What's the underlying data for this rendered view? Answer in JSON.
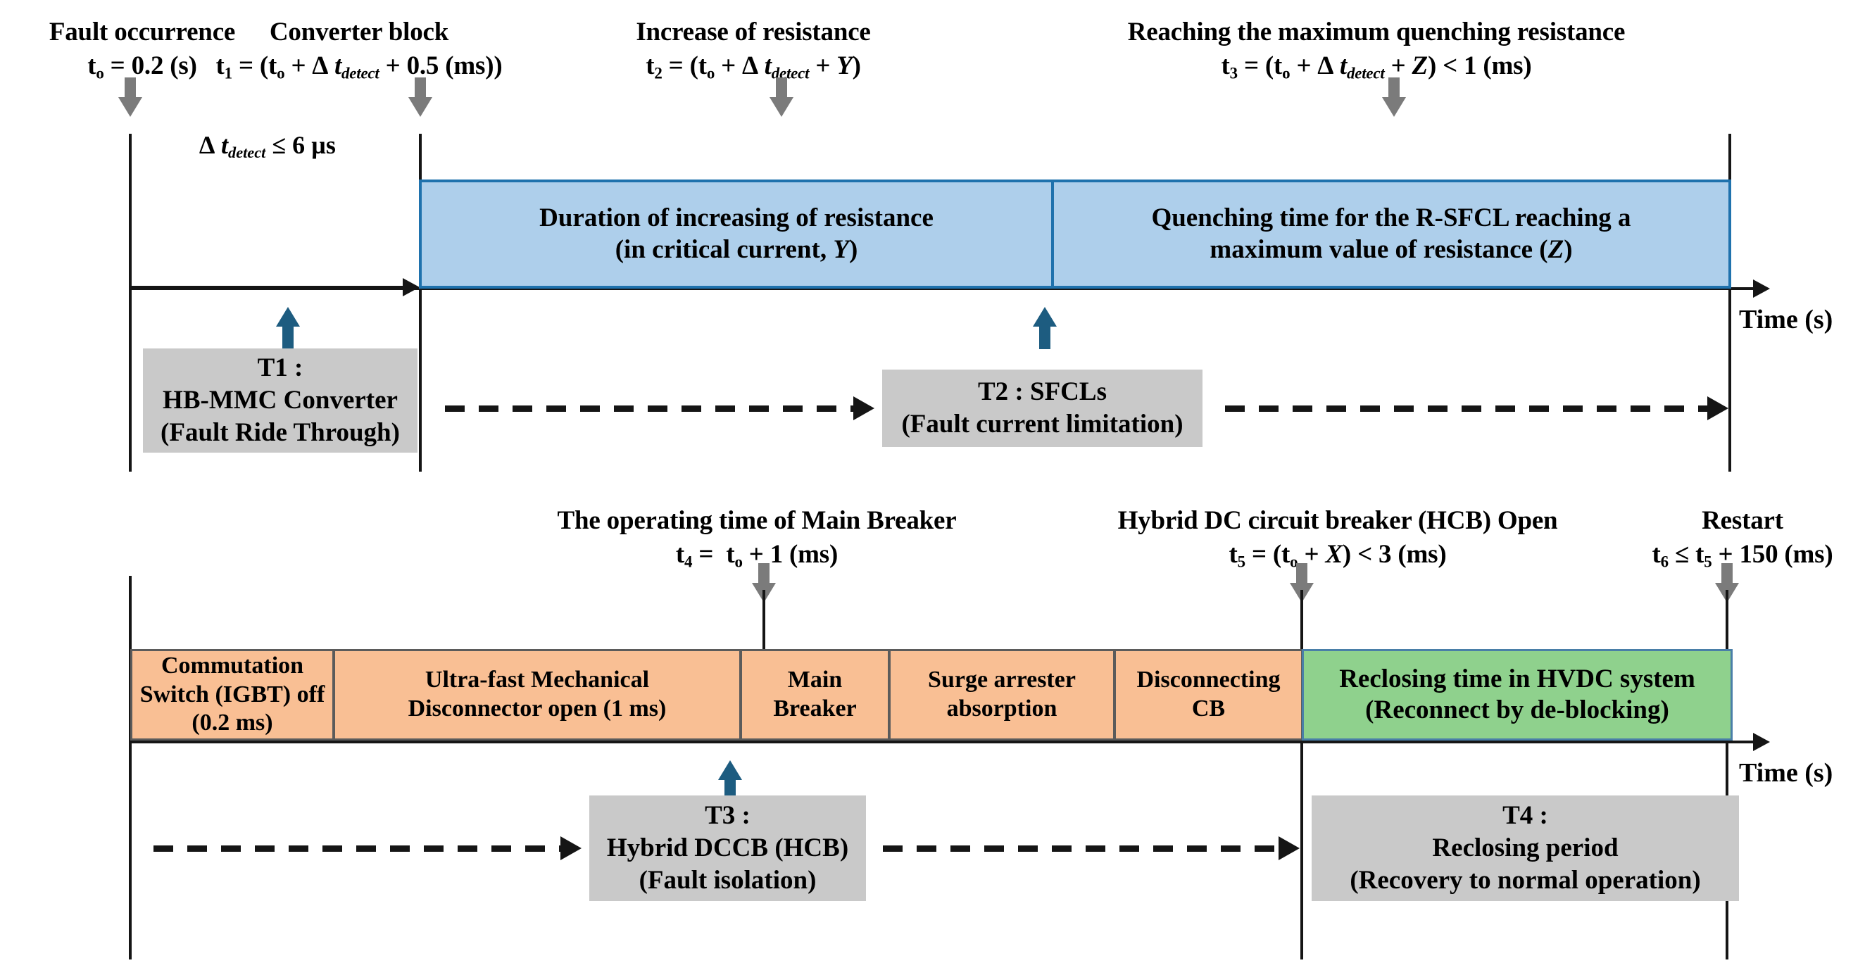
{
  "diagram": {
    "title": "HVDC fault clearing and reclosing timing sequence",
    "colors": {
      "blue_fill": "#aecfeb",
      "blue_border": "#1f72ad",
      "orange_fill": "#f9bf94",
      "green_fill": "#8fd18d",
      "grey_box": "#c9c9c9",
      "grey_arrow": "#7b7b7b",
      "blue_arrow": "#1d5c80",
      "line": "#151515"
    }
  },
  "timeline_top": {
    "axis_caption": "Time (s)",
    "events": [
      {
        "id": "t0",
        "title": "Fault occurrence",
        "formula_html": "t<sub>o</sub> = 0.2 (s)",
        "formula_text": "to = 0.2 (s)"
      },
      {
        "id": "t1",
        "title": "Converter block",
        "formula_html": "t<sub>1</sub> = (t<sub>o</sub> + &#8710; <span class=\"it\">t</span><span class=\"itsub\">detect</span> + 0.5 (ms))",
        "formula_text": "t1 = (to + Δ tdetect + 0.5 (ms))"
      },
      {
        "id": "t2",
        "title": "Increase of resistance",
        "formula_html": "t<sub>2</sub> = (t<sub>o</sub> + &#8710; <span class=\"it\">t</span><span class=\"itsub\">detect</span> + <span class=\"it\">Y</span>)",
        "formula_text": "t2 = (to + Δ tdetect + Y)"
      },
      {
        "id": "t3",
        "title": "Reaching the maximum quenching resistance",
        "formula_html": "t<sub>3</sub> = (t<sub>o</sub> + &#8710; <span class=\"it\">t</span><span class=\"itsub\">detect</span> + <span class=\"it\">Z</span>) &lt; 1 (ms)",
        "formula_text": "t3 = (to + Δ tdetect + Z) < 1 (ms)"
      }
    ],
    "detect_label_html": "&#8710; <span class=\"it\">t</span><span class=\"itsub\">detect</span> &#8804; 6 &micro;s",
    "detect_label_text": "Δ tdetect ≤ 6 µs",
    "bands": [
      {
        "id": "duration-resistance",
        "line1": "Duration of increasing of resistance",
        "line2_html": "(in critical current, <span class=\"it\">Y</span>)",
        "line2_text": "(in critical current, Y)",
        "color": "blue"
      },
      {
        "id": "quenching-time",
        "line1": "Quenching time for the R-SFCL reaching a",
        "line2_html": "maximum value of resistance (<span class=\"it\">Z</span>)",
        "line2_text": "maximum value of resistance (Z)",
        "color": "blue"
      }
    ],
    "tboxes": [
      {
        "id": "T1",
        "line1": "T1 :",
        "line2": "HB-MMC Converter",
        "line3": "(Fault Ride Through)"
      },
      {
        "id": "T2",
        "line1": "T2 : SFCLs",
        "line2": "(Fault current limitation)",
        "line3": ""
      }
    ]
  },
  "timeline_bottom": {
    "axis_caption": "Time (s)",
    "events": [
      {
        "id": "t4",
        "title": "The operating time of Main Breaker",
        "formula_html": "t<sub>4</sub> =&nbsp; t<sub>o</sub> + 1 (ms)",
        "formula_text": "t4 = to + 1 (ms)"
      },
      {
        "id": "t5",
        "title": "Hybrid DC circuit breaker (HCB) Open",
        "formula_html": "t<sub>5</sub> = (t<sub>o</sub> + <span class=\"it\">X</span>) &lt; 3 (ms)",
        "formula_text": "t5 = (to + X) < 3 (ms)"
      },
      {
        "id": "t6",
        "title": "Restart",
        "formula_html": "t<sub>6</sub> &#8804; t<sub>5</sub> + 150 (ms)",
        "formula_text": "t6 ≤ t5 + 150 (ms)"
      }
    ],
    "bands": [
      {
        "id": "commutation-switch",
        "lines": [
          "Commutation",
          "Switch (IGBT) off",
          "(0.2 ms)"
        ],
        "color": "orange"
      },
      {
        "id": "ultrafast-disconnector",
        "lines": [
          "Ultra-fast Mechanical",
          "Disconnector open (1 ms)"
        ],
        "color": "orange"
      },
      {
        "id": "main-breaker",
        "lines": [
          "Main",
          "Breaker"
        ],
        "color": "orange"
      },
      {
        "id": "surge-arrester",
        "lines": [
          "Surge arrester",
          "absorption"
        ],
        "color": "orange"
      },
      {
        "id": "disconnecting-cb",
        "lines": [
          "Disconnecting",
          "CB"
        ],
        "color": "orange"
      },
      {
        "id": "reclosing-time",
        "lines": [
          "Reclosing time in HVDC system",
          "(Reconnect by de-blocking)"
        ],
        "color": "green"
      }
    ],
    "tboxes": [
      {
        "id": "T3",
        "line1": "T3 :",
        "line2": "Hybrid DCCB (HCB)",
        "line3": "(Fault isolation)"
      },
      {
        "id": "T4",
        "line1": "T4 :",
        "line2": "Reclosing period",
        "line3": "(Recovery to normal operation)"
      }
    ]
  }
}
